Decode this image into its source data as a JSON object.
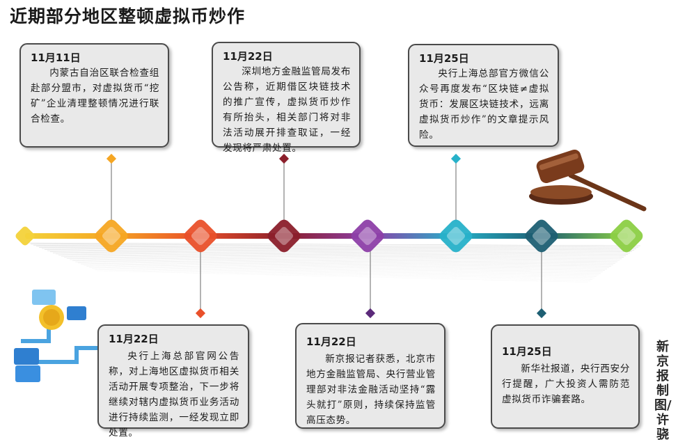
{
  "title": "近期部分地区整顿虚拟币炒作",
  "events": [
    {
      "date": "11月11日",
      "text": "内蒙古自治区联合检查组赴部分盟市，对虚拟货币“挖矿”企业清理整顿情况进行联合检查。",
      "color": "#f5a623"
    },
    {
      "date": "11月22日",
      "text": "深圳地方金融监管局发布公告称，近期借区块链技术的推广宣传，虚拟货币炒作有所抬头，相关部门将对非法活动展开排查取证，一经发现将严肃处置。",
      "color": "#8b1f2b"
    },
    {
      "date": "11月25日",
      "text": "央行上海总部官方微信公众号再度发布“区块链≠虚拟货币：发展区块链技术，远离虚拟货币炒作”的文章提示风险。",
      "color": "#27b1c9"
    },
    {
      "date": "11月22日",
      "text": "央行上海总部官网公告称，对上海地区虚拟货币相关活动开展专项整治，下一步将继续对辖内虚拟货币业务活动进行持续监测，一经发现立即处置。",
      "color": "#e9502a"
    },
    {
      "date": "11月22日",
      "text": "新京报记者获悉，北京市地方金融监管局、央行营业管理部对非法金融活动坚持“露头就打”原则，持续保持监管高压态势。",
      "color": "#5b2a7a"
    },
    {
      "date": "11月25日",
      "text": "新华社报道，央行西安分行提醒，广大投资人需防范虚拟货币诈骗套路。",
      "color": "#1d5f73"
    }
  ],
  "timeline_colors": [
    "#f3d23a",
    "#f5a623",
    "#e9502a",
    "#8b1f2b",
    "#8d3fa8",
    "#27b1c9",
    "#1d5f73",
    "#8ccf44"
  ],
  "credit": "新京报制图/许骁"
}
